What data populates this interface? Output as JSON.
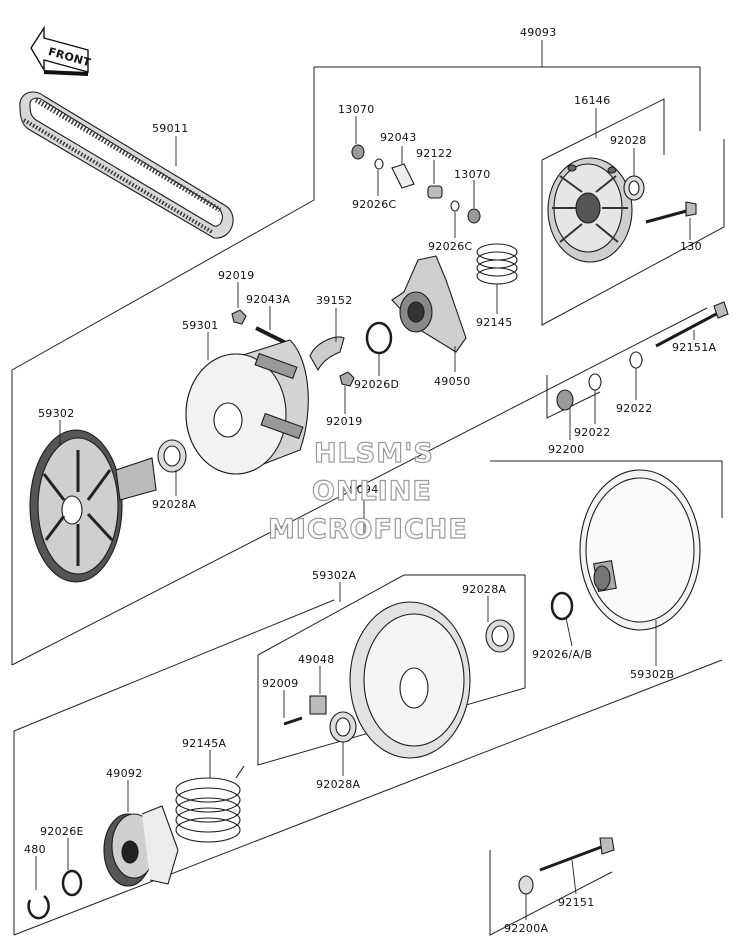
{
  "front_arrow": {
    "text": "FRONT"
  },
  "watermark": {
    "line1": "HLSM'S",
    "line2": "ONLINE",
    "line3": "MICROFICHE"
  },
  "labels": {
    "p49093": "49093",
    "p59011": "59011",
    "p13070a": "13070",
    "p92043": "92043",
    "p92122": "92122",
    "p13070b": "13070",
    "p16146": "16146",
    "p92028": "92028",
    "p92026c_a": "92026C",
    "p92026c_b": "92026C",
    "p130": "130",
    "p92019a": "92019",
    "p92043a": "92043A",
    "p39152": "39152",
    "p59301": "59301",
    "p92145": "92145",
    "p92026d": "92026D",
    "p49050": "49050",
    "p92151a": "92151A",
    "p92019b": "92019",
    "p92022a": "92022",
    "p92022b": "92022",
    "p59302": "59302",
    "p92200": "92200",
    "p92028a_a": "92028A",
    "p49094": "49094",
    "p59302a": "59302A",
    "p92028a_b": "92028A",
    "p49048": "49048",
    "p92009": "92009",
    "p92026ab": "92026/A/B",
    "p59302b": "59302B",
    "p92028a_c": "92028A",
    "p92145a": "92145A",
    "p49092": "49092",
    "p92026e": "92026E",
    "p480": "480",
    "p92151": "92151",
    "p92200a": "92200A"
  }
}
